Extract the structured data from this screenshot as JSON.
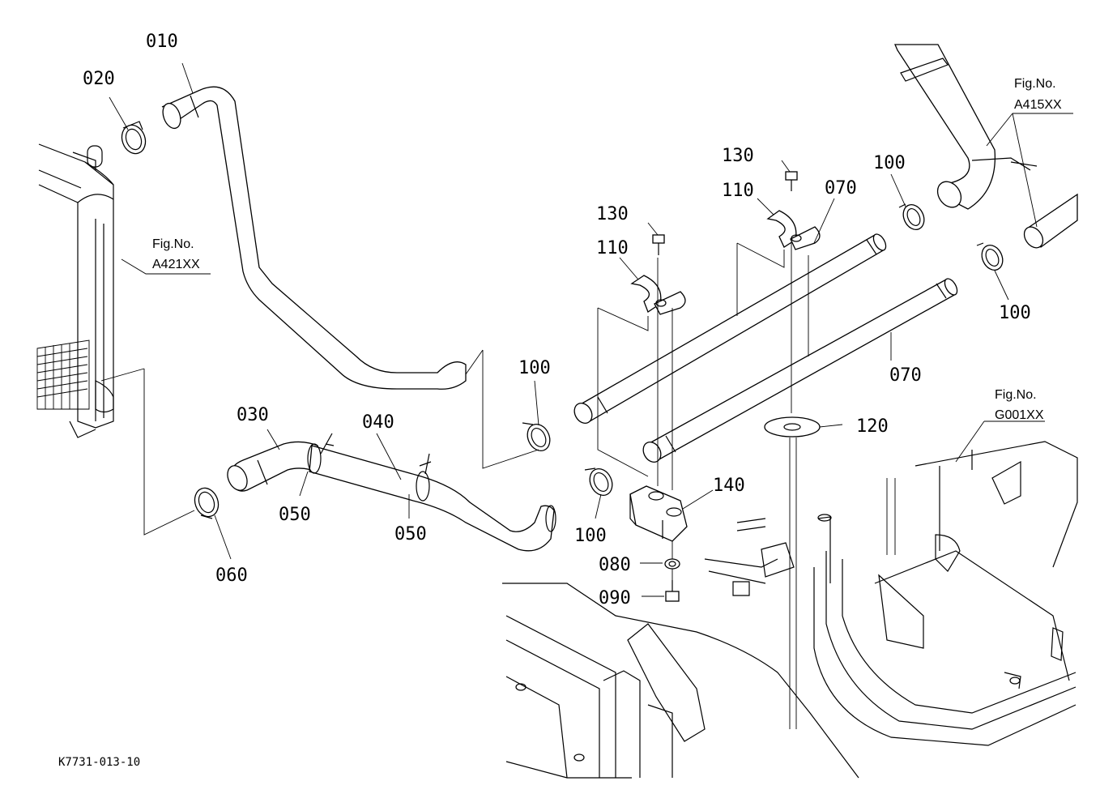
{
  "diagram": {
    "drawing_code": "K7731-013-10",
    "part_labels": {
      "p010": "010",
      "p020": "020",
      "p030": "030",
      "p040": "040",
      "p050a": "050",
      "p050b": "050",
      "p060": "060",
      "p070a": "070",
      "p070b": "070",
      "p080": "080",
      "p090": "090",
      "p100a": "100",
      "p100b": "100",
      "p100c": "100",
      "p100d": "100",
      "p110a": "110",
      "p110b": "110",
      "p120": "120",
      "p130a": "130",
      "p130b": "130",
      "p140": "140"
    },
    "figure_refs": {
      "a421": {
        "title": "Fig.No.",
        "code": "A421XX"
      },
      "a415": {
        "title": "Fig.No.",
        "code": "A415XX"
      },
      "g001": {
        "title": "Fig.No.",
        "code": "G001XX"
      }
    }
  }
}
